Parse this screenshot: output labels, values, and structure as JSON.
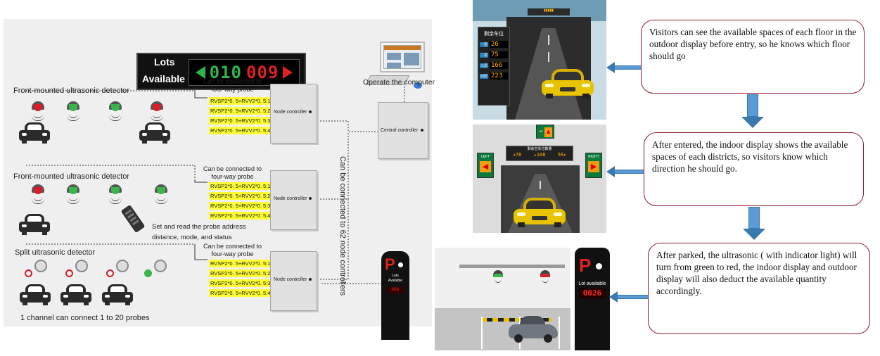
{
  "led_board": {
    "lots": "Lots",
    "available": "Available",
    "green_digits": "010",
    "red_digits": "009"
  },
  "labels": {
    "operate_computer": "Operate the computer",
    "front_detector_1": "Front-mounted ultrasonic detector",
    "front_detector_2": "Front-mounted ultrasonic detector",
    "split_detector": "Split ultrasonic detector",
    "can_connect_1": "Can be connected to\nfour-way probe",
    "can_connect_2": "Can be connected to\nfour-way probe",
    "can_connect_3": "Can be connected to\nfour-way probe",
    "set_read": "Set and read the probe address",
    "set_read_2": "distance, mode, and status",
    "one_channel": "1 channel can connect 1 to 20 probes",
    "vertical": "Can be connected to 62 node controllers",
    "node_controller": "Node controller",
    "central_controller": "Central controller"
  },
  "probe_groups": [
    [
      "RVSP2*0. 5+RVV2*0. 5:1",
      "RVSP2*0. 5+RVV2*0. 5:2",
      "RVSP2*0. 5+RVV2*0. 5:3",
      "RVSP2*0. 5+RVV2*0. 5:4"
    ],
    [
      "RVSP2*0. 5+RVV2*0. 5:1",
      "RVSP2*0. 5+RVV2*0. 5:2",
      "RVSP2*0. 5+RVV2*0. 5:3",
      "RVSP2*0. 5+RVV2*0. 5:4"
    ],
    [
      "RVSP2*0. 5+RVV2*0. 5:1",
      "RVSP2*0. 5+RVV2*0. 5:2",
      "RVSP2*0. 5+RVV2*0. 5:3",
      "RVSP2*0. 5+RVV2*0. 5:4"
    ]
  ],
  "small_sign": {
    "p": "P",
    "lots": "Lots",
    "available": "Available"
  },
  "outdoor_display": {
    "title": "剩余车位",
    "floors": [
      {
        "floor": "一层",
        "value": "26"
      },
      {
        "floor": "二层",
        "value": "75"
      },
      {
        "floor": "三层",
        "value": "166"
      },
      {
        "floor": "四层",
        "value": "223"
      }
    ]
  },
  "indoor_display": {
    "title": "剩余空车位数量",
    "left_value": "78",
    "mid_value": "108",
    "right_value": "56",
    "up": "UP",
    "left": "LEFT",
    "right": "RIGHT"
  },
  "lot_sign": {
    "p": "P",
    "label": "Lot available",
    "value": "0026"
  },
  "callouts": {
    "c1": "Visitors can see the available spaces of each floor in the outdoor display before entry, so he knows which floor should go",
    "c2": "After entered, the indoor display shows the available spaces of each districts,  so visitors know which direction he should go.",
    "c3": "After parked, the ultrasonic ( with indicator light) will turn from green to red, the indoor display and outdoor display will also deduct the available quantity accordingly."
  },
  "colors": {
    "callout_border": "#8b1c2c",
    "arrow_blue": "#5b9bd5",
    "probe_yellow": "#ffff33",
    "led_green": "#2bb54a",
    "led_red": "#e02020"
  }
}
